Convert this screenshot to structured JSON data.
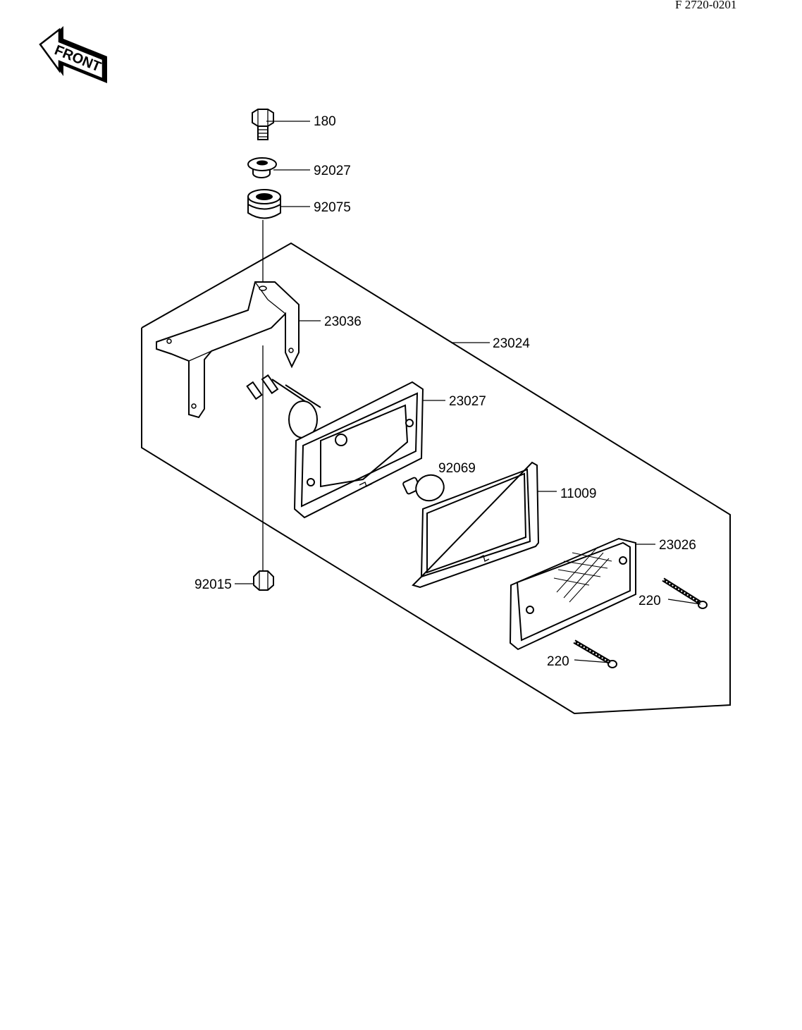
{
  "page_code": "F 2720-0201",
  "front_indicator": "FRONT",
  "callouts": {
    "c180": "180",
    "c92027": "92027",
    "c92075": "92075",
    "c23036": "23036",
    "c23024": "23024",
    "c23027": "23027",
    "c92069": "92069",
    "c11009": "11009",
    "c23026": "23026",
    "c92015": "92015",
    "c220a": "220",
    "c220b": "220"
  }
}
